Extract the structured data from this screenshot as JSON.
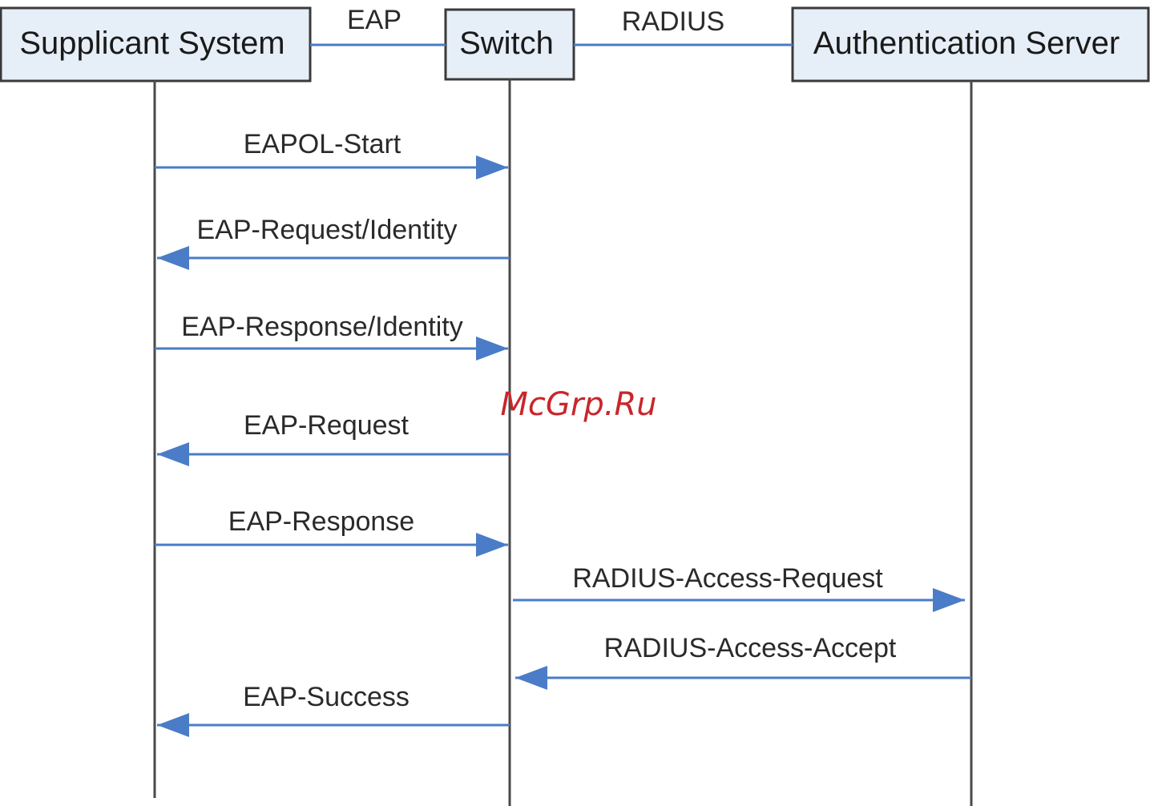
{
  "participants": [
    {
      "id": "supplicant",
      "label": "Supplicant System"
    },
    {
      "id": "switch",
      "label": "Switch"
    },
    {
      "id": "server",
      "label": "Authentication Server"
    }
  ],
  "links": [
    {
      "from": "supplicant",
      "to": "switch",
      "label": "EAP"
    },
    {
      "from": "switch",
      "to": "server",
      "label": "RADIUS"
    }
  ],
  "messages": [
    {
      "from": "supplicant",
      "to": "switch",
      "label": "EAPOL-Start"
    },
    {
      "from": "switch",
      "to": "supplicant",
      "label": "EAP-Request/Identity"
    },
    {
      "from": "supplicant",
      "to": "switch",
      "label": "EAP-Response/Identity"
    },
    {
      "from": "switch",
      "to": "supplicant",
      "label": "EAP-Request"
    },
    {
      "from": "supplicant",
      "to": "switch",
      "label": "EAP-Response"
    },
    {
      "from": "switch",
      "to": "server",
      "label": "RADIUS-Access-Request"
    },
    {
      "from": "server",
      "to": "switch",
      "label": "RADIUS-Access-Accept"
    },
    {
      "from": "switch",
      "to": "supplicant",
      "label": "EAP-Success"
    }
  ],
  "watermark": "McGrp.Ru",
  "colors": {
    "arrow": "#4a7cc7",
    "box_fill": "#e6eef8",
    "box_border": "#3a3a3a",
    "lifeline": "#4a4a4a",
    "watermark": "#c8262b"
  }
}
